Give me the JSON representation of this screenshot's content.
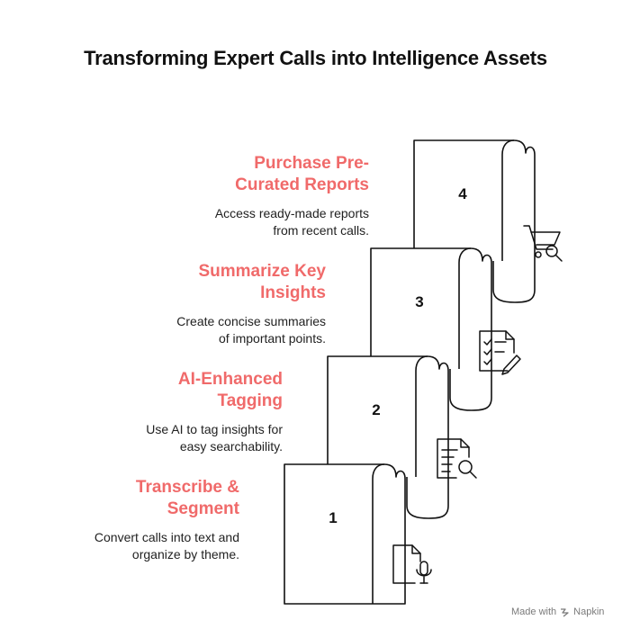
{
  "title": "Transforming Expert Calls into Intelligence Assets",
  "steps": [
    {
      "number": "1",
      "title_line1": "Transcribe &",
      "title_line2": "Segment",
      "desc_line1": "Convert calls into text and",
      "desc_line2": "organize by theme.",
      "icon": "document-microphone-icon"
    },
    {
      "number": "2",
      "title_line1": "AI-Enhanced",
      "title_line2": "Tagging",
      "desc_line1": "Use AI to tag insights for",
      "desc_line2": "easy searchability.",
      "icon": "document-search-icon"
    },
    {
      "number": "3",
      "title_line1": "Summarize Key",
      "title_line2": "Insights",
      "desc_line1": "Create concise summaries",
      "desc_line2": "of important points.",
      "icon": "checklist-pencil-icon"
    },
    {
      "number": "4",
      "title_line1": "Purchase Pre-",
      "title_line2": "Curated Reports",
      "desc_line1": "Access ready-made reports",
      "desc_line2": "from recent calls.",
      "icon": "cart-search-icon"
    }
  ],
  "footer": {
    "made_with": "Made with",
    "brand": "Napkin"
  },
  "colors": {
    "accent": "#f06a6a",
    "stroke": "#111111",
    "text": "#222222"
  }
}
